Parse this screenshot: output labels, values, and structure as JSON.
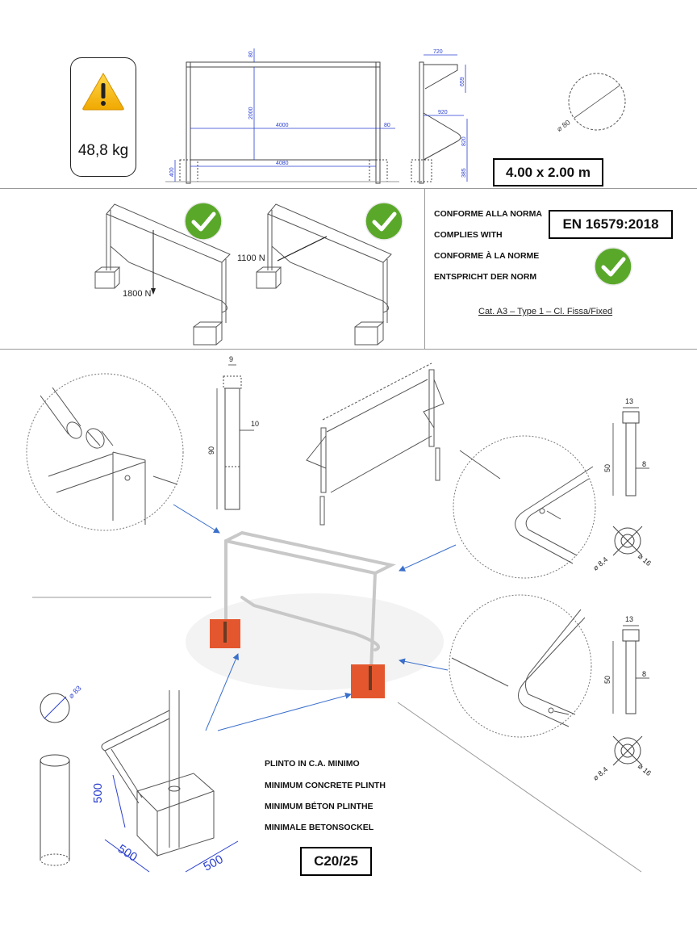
{
  "weight": "48,8 kg",
  "goal_size": "4.00 x 2.00 m",
  "front_dims": {
    "top": "80",
    "height": "2000",
    "inner_width": "4000",
    "side": "80",
    "bottom_width": "4080",
    "base": "400"
  },
  "side_dims": {
    "top": "720",
    "upper": "659",
    "lower_depth": "920",
    "mid": "820",
    "base": "385"
  },
  "tube_diameter": "⌀ 80",
  "test_loads": {
    "vertical": "1800 N",
    "horizontal": "1100 N"
  },
  "norm_lines": [
    "CONFORME ALLA NORMA",
    "COMPLIES WITH",
    "CONFORME À LA NORME",
    "ENTSPRICHT DER NORM"
  ],
  "standard": "EN 16579:2018",
  "category": "Cat. A3 – Type 1 – Cl. Fissa/Fixed",
  "pin_dims": {
    "width": "9",
    "inner": "10",
    "length": "90"
  },
  "bolt_dims": {
    "head": "13",
    "length": "50",
    "shank": "8",
    "hole": "⌀ 8,4",
    "washer": "⌀ 16"
  },
  "sleeve_diameter": "⌀ 83",
  "plinth_dims": {
    "height": "500",
    "width": "500",
    "depth": "500"
  },
  "plinth_lines": [
    "PLINTO IN C.A. MINIMO",
    "MINIMUM CONCRETE PLINTH",
    "MINIMUM BÉTON PLINTHE",
    "MINIMALE BETONSOCKEL"
  ],
  "concrete_class": "C20/25",
  "colors": {
    "dimension": "#2a3fd0",
    "check": "#5aa82a",
    "warning": "#f5b400",
    "concrete": "#e4572e",
    "arrow": "#3a6fcc"
  }
}
